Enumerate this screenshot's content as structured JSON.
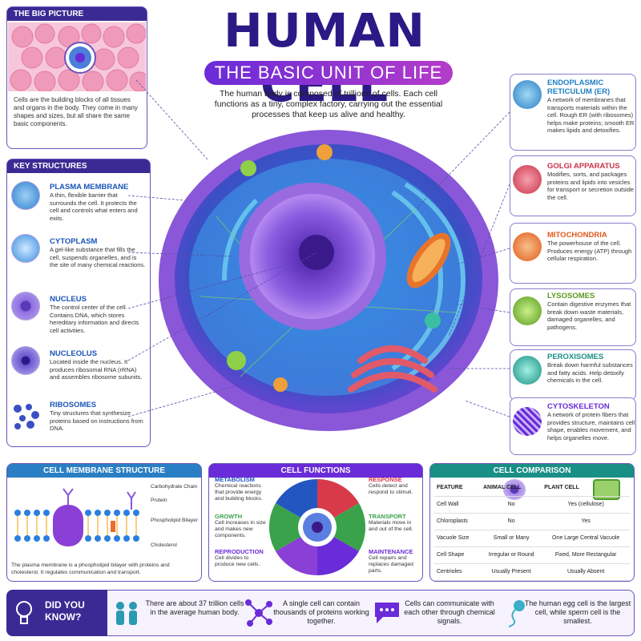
{
  "header": {
    "title": "HUMAN CELL",
    "subtitle": "THE BASIC UNIT OF LIFE",
    "intro": "The human body is composed of trillions of cells. Each cell functions as a tiny, complex factory, carrying out the essential processes that keep us alive and healthy."
  },
  "big_picture": {
    "title": "THE BIG PICTURE",
    "text": "Cells are the building blocks of all tissues and organs in the body. They come in many shapes and sizes, but all share the same basic components."
  },
  "key_structures": {
    "title": "KEY STRUCTURES",
    "items": [
      {
        "name": "PLASMA MEMBRANE",
        "text": "A thin, flexible barrier that surrounds the cell. It protects the cell and controls what enters and exits."
      },
      {
        "name": "CYTOPLASM",
        "text": "A gel-like substance that fills the cell, suspends organelles, and is the site of many chemical reactions."
      },
      {
        "name": "NUCLEUS",
        "text": "The control center of the cell. Contains DNA, which stores hereditary information and directs cell activities."
      },
      {
        "name": "NUCLEOLUS",
        "text": "Located inside the nucleus. It produces ribosomal RNA (rRNA) and assembles ribosome subunits."
      },
      {
        "name": "RIBOSOMES",
        "text": "Tiny structures that synthesize proteins based on instructions from DNA."
      }
    ]
  },
  "organelles": [
    {
      "name": "ENDOPLASMIC RETICULUM (ER)",
      "text": "A network of membranes that transports materials within the cell. Rough ER (with ribosomes) helps make proteins; smooth ER makes lipids and detoxifies.",
      "color": "#1f7fc4"
    },
    {
      "name": "GOLGI APPARATUS",
      "text": "Modifies, sorts, and packages proteins and lipids into vesicles for transport or secretion outside the cell.",
      "color": "#c8324a"
    },
    {
      "name": "MITOCHONDRIA",
      "text": "The powerhouse of the cell. Produces energy (ATP) through cellular respiration.",
      "color": "#e05a1c"
    },
    {
      "name": "LYSOSOMES",
      "text": "Contain digestive enzymes that break down waste materials, damaged organelles, and pathogens.",
      "color": "#5a9a1e"
    },
    {
      "name": "PEROXISOMES",
      "text": "Break down harmful substances and fatty acids. Help detoxify chemicals in the cell.",
      "color": "#1a8f86"
    },
    {
      "name": "CYTOSKELETON",
      "text": "A network of protein fibers that provides structure, maintains cell shape, enables movement, and helps organelles move.",
      "color": "#6a2bd8"
    }
  ],
  "membrane": {
    "title": "CELL MEMBRANE STRUCTURE",
    "labels": [
      "Carbohydrate Chain",
      "Protein",
      "Phospholipid Bilayer",
      "Cholesterol"
    ],
    "caption": "The plasma membrane is a phospholipid bilayer with proteins and cholesterol. It regulates communication and transport."
  },
  "functions": {
    "title": "CELL FUNCTIONS",
    "items": [
      {
        "name": "METABOLISM",
        "text": "Chemical reactions that provide energy and building blocks.",
        "color": "#2456c2"
      },
      {
        "name": "GROWTH",
        "text": "Cell increases in size and makes new components.",
        "color": "#3aa24a"
      },
      {
        "name": "REPRODUCTION",
        "text": "Cell divides to produce new cells.",
        "color": "#6a2bd8"
      },
      {
        "name": "RESPONSE",
        "text": "Cells detect and respond to stimuli.",
        "color": "#d83a4a"
      },
      {
        "name": "TRANSPORT",
        "text": "Materials move in and out of the cell.",
        "color": "#3aa24a"
      },
      {
        "name": "MAINTENANCE",
        "text": "Cell repairs and replaces damaged parts.",
        "color": "#6a2bd8"
      }
    ]
  },
  "comparison": {
    "title": "CELL COMPARISON",
    "headers": [
      "FEATURE",
      "ANIMAL CELL",
      "PLANT CELL"
    ],
    "rows": [
      [
        "Cell Wall",
        "No",
        "Yes (cellulose)"
      ],
      [
        "Chloroplasts",
        "No",
        "Yes"
      ],
      [
        "Vacuole Size",
        "Small or Many",
        "One Large Central Vacuole"
      ],
      [
        "Cell Shape",
        "Irregular or Round",
        "Fixed, More Rectangular"
      ],
      [
        "Centrioles",
        "Usually Present",
        "Usually Absent"
      ]
    ]
  },
  "facts": {
    "title": "DID YOU KNOW?",
    "items": [
      "There are about 37 trillion cells in the average human body.",
      "A single cell can contain thousands of proteins working together.",
      "Cells can communicate with each other through chemical signals.",
      "The human egg cell is the largest cell, while sperm cell is the smallest."
    ]
  }
}
